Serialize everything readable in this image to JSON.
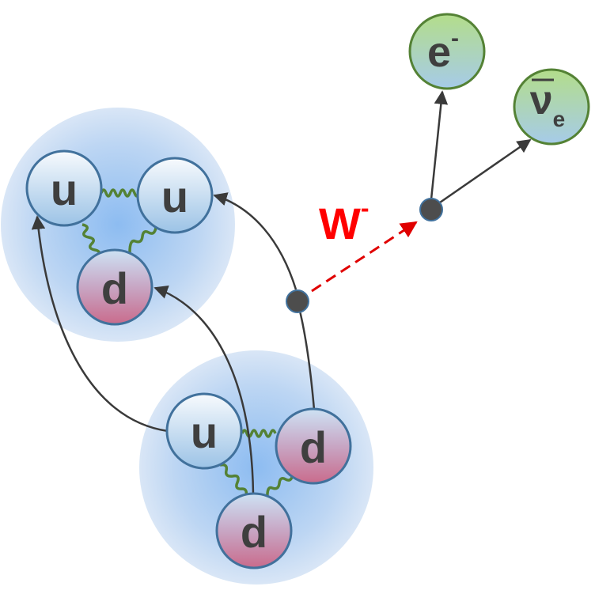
{
  "particles": {
    "proton_u1": "u",
    "proton_u2": "u",
    "proton_d": "d",
    "neutron_u": "u",
    "neutron_d1": "d",
    "neutron_d2": "d",
    "electron": "e",
    "electron_charge": "-",
    "antineutrino": "ν",
    "antineutrino_sub": "e"
  },
  "boson": {
    "name": "W",
    "charge": "-"
  },
  "colors": {
    "nucleon_glow": "#7fb2ee",
    "quark_border": "#41719c",
    "up_quark_top": "#f5f9fd",
    "up_quark_bottom": "#9fc5e8",
    "down_quark_top": "#cfe2f3",
    "down_quark_bottom": "#c9708f",
    "lepton_border": "#548235",
    "lepton_top": "#b0dc8c",
    "lepton_bottom": "#a9cce9",
    "gluon": "#548235",
    "line": "#3a3a3a",
    "vertex": "#4d4d4d",
    "w_boson": "#e00000"
  }
}
